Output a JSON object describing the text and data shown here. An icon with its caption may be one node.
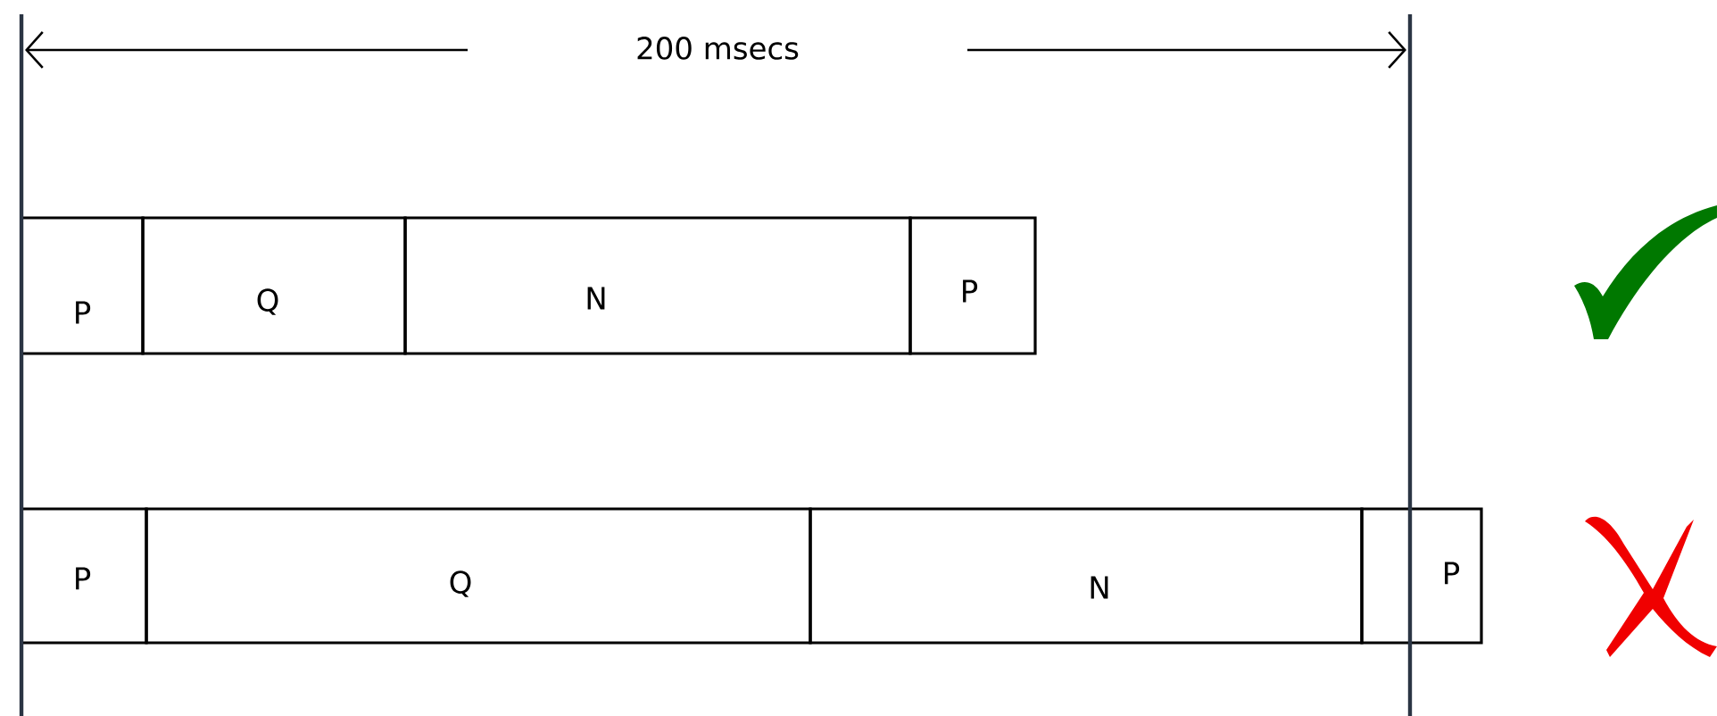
{
  "diagram": {
    "nodes": [
      {
        "text": [
          "P"
        ]
      },
      {
        "text": [
          "Q"
        ]
      },
      {
        "text": [
          "N"
        ]
      },
      {
        "text": [
          "P"
        ]
      },
      {
        "text": [
          "P"
        ]
      },
      {
        "text": [
          "Q"
        ]
      },
      {
        "text": [
          "N"
        ]
      },
      {
        "text": [
          "P"
        ]
      }
    ],
    "labels": [
      "200 msecs"
    ]
  }
}
